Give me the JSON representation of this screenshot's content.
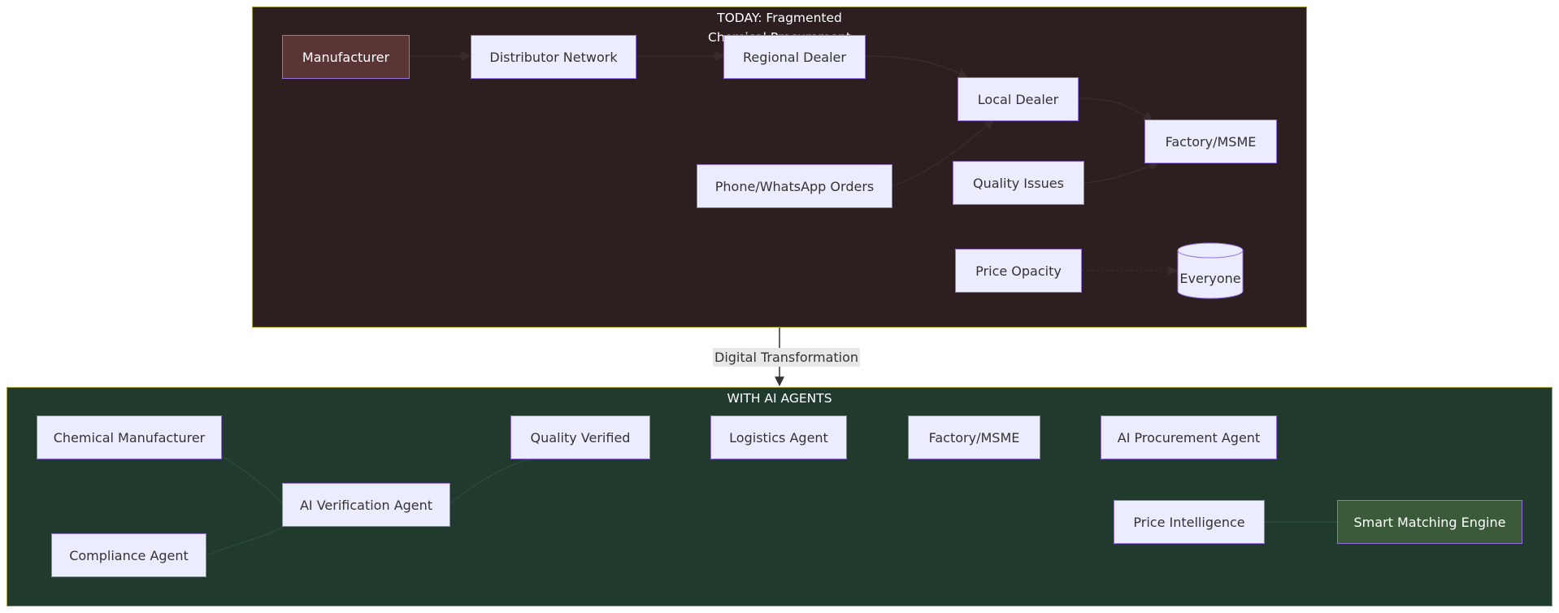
{
  "colors": {
    "today_bg": "#2d1f20",
    "agents_bg": "#203a2e",
    "cluster_border": "#a8a23a",
    "node_fill": "#ececff",
    "node_border": "#9370db",
    "manufacturer_fill": "#5a3535",
    "matching_fill": "#3a5a3a"
  },
  "today": {
    "title_line1": "TODAY: Fragmented",
    "title_line2": "Chemical Procurement",
    "nodes": {
      "manufacturer": "Manufacturer",
      "distributor": "Distributor Network",
      "regional": "Regional Dealer",
      "local": "Local Dealer",
      "factory": "Factory/MSME",
      "phone": "Phone/WhatsApp Orders",
      "quality": "Quality Issues",
      "price": "Price Opacity",
      "everyone": "Everyone"
    }
  },
  "transition": {
    "label": "Digital Transformation"
  },
  "agents": {
    "title": "WITH AI AGENTS",
    "nodes": {
      "chem": "Chemical Manufacturer",
      "verification": "AI Verification Agent",
      "quality_verified": "Quality Verified",
      "logistics": "Logistics Agent",
      "factory": "Factory/MSME",
      "procurement": "AI Procurement Agent",
      "compliance": "Compliance Agent",
      "price_intel": "Price Intelligence",
      "matching": "Smart Matching Engine"
    }
  }
}
